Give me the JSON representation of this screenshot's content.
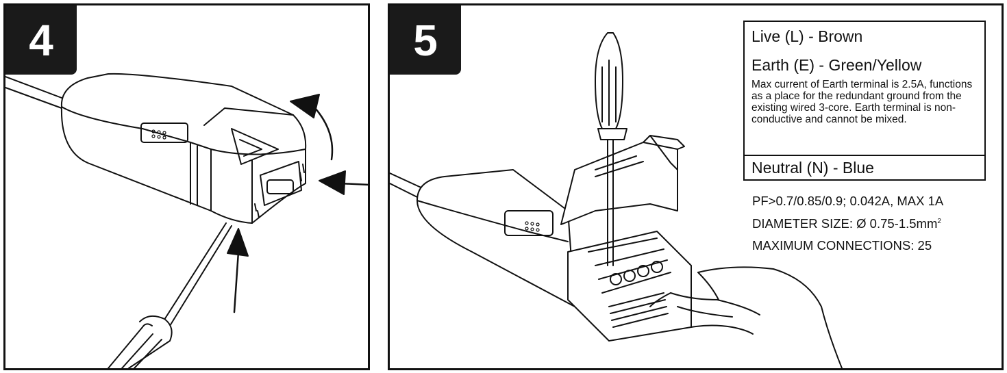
{
  "step4": {
    "number": "4"
  },
  "step5": {
    "number": "5",
    "wiring": {
      "live": "Live (L) - Brown",
      "earth": "Earth (E) - Green/Yellow",
      "earth_note": "Max current of Earth terminal is 2.5A, functions as a place for the redundant ground from the existing wired 3-core. Earth terminal is non-conductive and cannot be mixed.",
      "neutral": "Neutral (N) - Blue"
    },
    "specs": {
      "pf": "PF>0.7/0.85/0.9; 0.042A, MAX 1A",
      "diameter": "DIAMETER SIZE: Ø 0.75-1.5mm",
      "diameter_sup": "2",
      "max_connections": "MAXIMUM CONNECTIONS: 25"
    }
  },
  "colors": {
    "ink": "#111111",
    "badge": "#1a1a1a",
    "body_fill": "#ffffff"
  },
  "icons": [
    "arrow-icon",
    "curved-arrow-icon",
    "screwdriver-icon",
    "hand-icon"
  ]
}
